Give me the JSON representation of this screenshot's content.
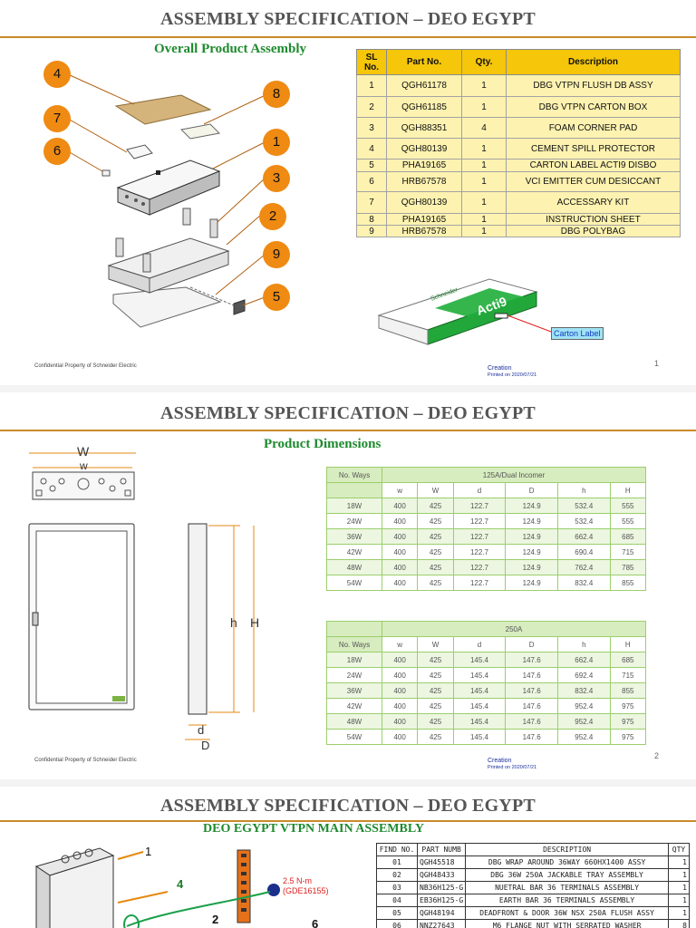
{
  "slide1": {
    "title": "ASSEMBLY SPECIFICATION – DEO EGYPT",
    "subtitle": "Overall Product Assembly",
    "callouts": [
      "4",
      "8",
      "7",
      "1",
      "6",
      "3",
      "2",
      "9",
      "5"
    ],
    "table_headers": [
      "SL No.",
      "Part No.",
      "Qty.",
      "Description"
    ],
    "rows": [
      [
        "1",
        "QGH61178",
        "1",
        "DBG VTPN FLUSH DB ASSY"
      ],
      [
        "2",
        "QGH61185",
        "1",
        "DBG VTPN CARTON BOX"
      ],
      [
        "3",
        "QGH88351",
        "4",
        "FOAM CORNER PAD"
      ],
      [
        "4",
        "QGH80139",
        "1",
        "CEMENT SPILL PROTECTOR"
      ],
      [
        "5",
        "PHA19165",
        "1",
        "CARTON LABEL ACTI9 DISBO"
      ],
      [
        "6",
        "HRB67578",
        "1",
        "VCI EMITTER CUM DESICCANT"
      ],
      [
        "7",
        "QGH80139",
        "1",
        "ACCESSARY KIT"
      ],
      [
        "8",
        "PHA19165",
        "1",
        "INSTRUCTION SHEET"
      ],
      [
        "9",
        "HRB67578",
        "1",
        "DBG POLYBAG"
      ]
    ],
    "carton_label": "Carton Label",
    "carton_brand": "Acti9",
    "carton_maker": "Schneider",
    "footer": "Confidential Property of Schneider Electric",
    "creation": "Creation",
    "printed": "Printed on 2020/07/21",
    "page": "1"
  },
  "slide2": {
    "title": "ASSEMBLY SPECIFICATION – DEO EGYPT",
    "subtitle": "Product Dimensions",
    "labels": {
      "W": "W",
      "w": "w",
      "h": "h",
      "H": "H",
      "d": "d",
      "D": "D"
    },
    "table1": {
      "caption": "125A/Dual Incomer",
      "first_col": "No. Ways",
      "cols": [
        "w",
        "W",
        "d",
        "D",
        "h",
        "H"
      ],
      "rows": [
        [
          "18W",
          "400",
          "425",
          "122.7",
          "124.9",
          "532.4",
          "555"
        ],
        [
          "24W",
          "400",
          "425",
          "122.7",
          "124.9",
          "532.4",
          "555"
        ],
        [
          "36W",
          "400",
          "425",
          "122.7",
          "124.9",
          "662.4",
          "685"
        ],
        [
          "42W",
          "400",
          "425",
          "122.7",
          "124.9",
          "690.4",
          "715"
        ],
        [
          "48W",
          "400",
          "425",
          "122.7",
          "124.9",
          "762.4",
          "785"
        ],
        [
          "54W",
          "400",
          "425",
          "122.7",
          "124.9",
          "832.4",
          "855"
        ]
      ]
    },
    "table2": {
      "caption": "250A",
      "first_col": "No. Ways",
      "cols": [
        "w",
        "W",
        "d",
        "D",
        "h",
        "H"
      ],
      "rows": [
        [
          "18W",
          "400",
          "425",
          "145.4",
          "147.6",
          "662.4",
          "685"
        ],
        [
          "24W",
          "400",
          "425",
          "145.4",
          "147.6",
          "692.4",
          "715"
        ],
        [
          "36W",
          "400",
          "425",
          "145.4",
          "147.6",
          "832.4",
          "855"
        ],
        [
          "42W",
          "400",
          "425",
          "145.4",
          "147.6",
          "952.4",
          "975"
        ],
        [
          "48W",
          "400",
          "425",
          "145.4",
          "147.6",
          "952.4",
          "975"
        ],
        [
          "54W",
          "400",
          "425",
          "145.4",
          "147.6",
          "952.4",
          "975"
        ]
      ]
    },
    "footer": "Confidential Property of Schneider Electric",
    "creation": "Creation",
    "printed": "Printed on 2020/07/21",
    "page": "2"
  },
  "slide3": {
    "title": "ASSEMBLY SPECIFICATION – DEO EGYPT",
    "subtitle": "DEO EGYPT VTPN MAIN ASSEMBLY",
    "callouts": [
      "1",
      "4",
      "2",
      "6"
    ],
    "torque": "2.5 N-m",
    "torque_ref": "(GDE16155)",
    "headers": [
      "FIND NO.",
      "PART NUMB",
      "DESCRIPTION",
      "QTY"
    ],
    "rows": [
      [
        "01",
        "QGH45518",
        "DBG WRAP AROUND 36WAY 660HX1400 ASSY",
        "1"
      ],
      [
        "02",
        "QGH48433",
        "DBG 36W 250A JACKABLE TRAY ASSEMBLY",
        "1"
      ],
      [
        "03",
        "NB36H125-G",
        "NUETRAL BAR 36 TERMINALS ASSEMBLY",
        "1"
      ],
      [
        "04",
        "EB36H125-G",
        "EARTH BAR 36 TERMINALS ASSEMBLY",
        "1"
      ],
      [
        "05",
        "QGH48194",
        "DEADFRONT & DOOR 36W NSX 250A FLUSH ASSY",
        "1"
      ],
      [
        "06",
        "NNZ27643",
        "M6 FLANGE NUT WITH SERRATED WASHER",
        "8"
      ]
    ]
  }
}
